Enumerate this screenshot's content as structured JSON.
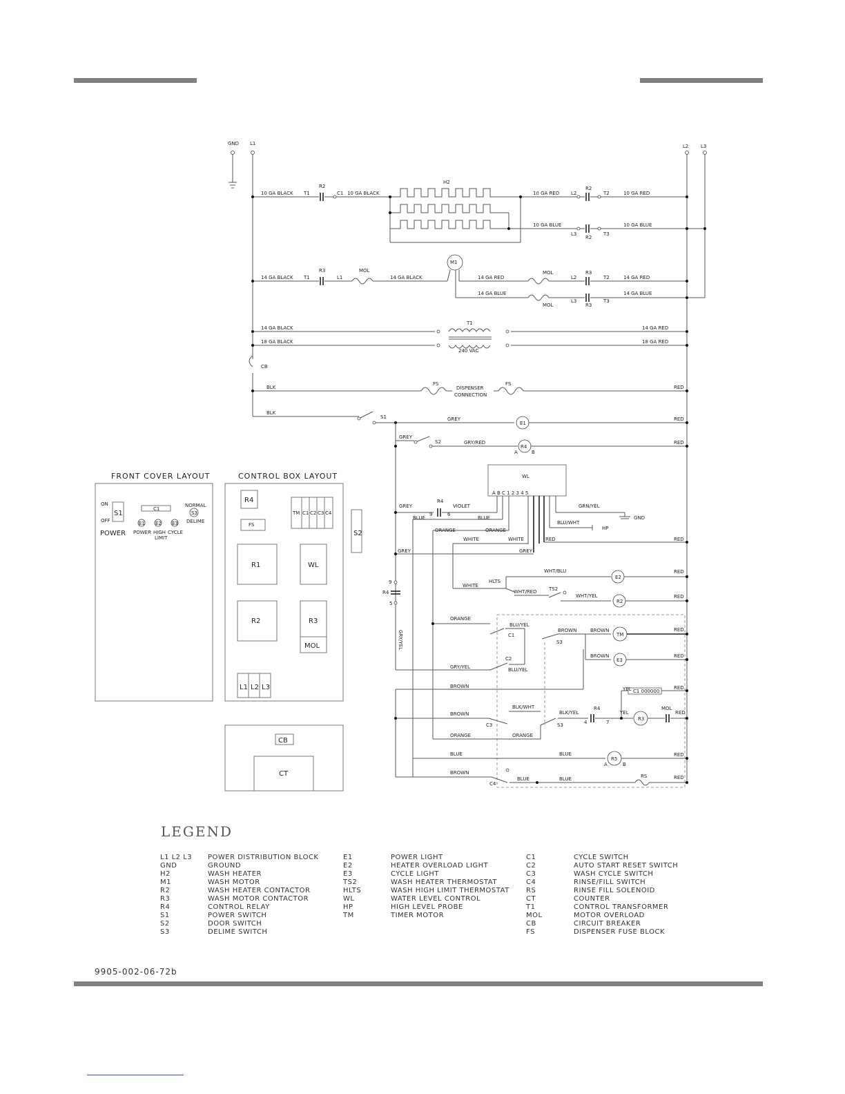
{
  "doc_number": "9905-002-06-72b",
  "legend": {
    "title": "LEGEND",
    "columns": [
      [
        {
          "code": "L1 L2 L3",
          "desc": "POWER DISTRIBUTION BLOCK"
        },
        {
          "code": "GND",
          "desc": "GROUND"
        },
        {
          "code": "H2",
          "desc": "WASH HEATER"
        },
        {
          "code": "M1",
          "desc": "WASH MOTOR"
        },
        {
          "code": "R2",
          "desc": "WASH HEATER CONTACTOR"
        },
        {
          "code": "R3",
          "desc": "WASH MOTOR CONTACTOR"
        },
        {
          "code": "R4",
          "desc": "CONTROL RELAY"
        },
        {
          "code": "S1",
          "desc": "POWER SWITCH"
        },
        {
          "code": "S2",
          "desc": "DOOR SWITCH"
        },
        {
          "code": "S3",
          "desc": "DELIME SWITCH"
        }
      ],
      [
        {
          "code": "E1",
          "desc": "POWER LIGHT"
        },
        {
          "code": "E2",
          "desc": "HEATER OVERLOAD LIGHT"
        },
        {
          "code": "E3",
          "desc": "CYCLE LIGHT"
        },
        {
          "code": "TS2",
          "desc": "WASH HEATER THERMOSTAT"
        },
        {
          "code": "HLTS",
          "desc": "WASH HIGH LIMIT THERMOSTAT"
        },
        {
          "code": "WL",
          "desc": "WATER LEVEL CONTROL"
        },
        {
          "code": "HP",
          "desc": "HIGH LEVEL PROBE"
        },
        {
          "code": "TM",
          "desc": "TIMER MOTOR"
        }
      ],
      [
        {
          "code": "C1",
          "desc": "CYCLE SWITCH"
        },
        {
          "code": "C2",
          "desc": "AUTO START RESET SWITCH"
        },
        {
          "code": "C3",
          "desc": "WASH CYCLE SWITCH"
        },
        {
          "code": "C4",
          "desc": "RINSE/FILL SWITCH"
        },
        {
          "code": "RS",
          "desc": "RINSE FILL SOLENOID"
        },
        {
          "code": "CT",
          "desc": "COUNTER"
        },
        {
          "code": "T1",
          "desc": "CONTROL TRANSFORMER"
        },
        {
          "code": "MOL",
          "desc": "MOTOR OVERLOAD"
        },
        {
          "code": "CB",
          "desc": "CIRCUIT BREAKER"
        },
        {
          "code": "FS",
          "desc": "DISPENSER FUSE BLOCK"
        }
      ]
    ]
  },
  "panels": {
    "front_cover": {
      "title": "FRONT COVER LAYOUT",
      "on": "ON",
      "off": "OFF",
      "s1": "S1",
      "power": "POWER",
      "c1": "C1",
      "normal": "NORMAL",
      "s3": "S3",
      "delime": "DELIME",
      "e1": "E1",
      "e2": "E2",
      "e3": "E3",
      "power_small": "POWER",
      "high": "HIGH",
      "limit": "LIMIT",
      "cycle": "CYCLE"
    },
    "control_box": {
      "title": "CONTROL BOX LAYOUT",
      "r4": "R4",
      "fs": "FS",
      "tm": "TM",
      "c1": "C1",
      "c2": "C2",
      "c3": "C3",
      "c4": "C4",
      "r1": "R1",
      "wl": "WL",
      "r2": "R2",
      "r3": "R3",
      "mol": "MOL",
      "l1": "L1",
      "l2": "L2",
      "l3": "L3",
      "s2": "S2"
    },
    "lower_box": {
      "cb": "CB",
      "ct": "CT"
    }
  },
  "schematic": {
    "gnd": "GND",
    "l1": "L1",
    "l2": "L2",
    "l3": "L3",
    "h2": "H2",
    "m1": "M1",
    "t1": "T1",
    "r2": "R2",
    "r3": "R3",
    "r4": "R4",
    "r5": "R5",
    "c1_sw": "C1",
    "l1_pin": "L1",
    "l2_pin": "L2",
    "l3_pin": "L3",
    "t2": "T2",
    "t3": "T3",
    "mol": "MOL",
    "cb": "CB",
    "fs": "FS",
    "s1": "S1",
    "s2": "S2",
    "s3": "S3",
    "e1": "E1",
    "e2": "E2",
    "e3": "E3",
    "tm": "TM",
    "hp": "HP",
    "gnd2": "GND",
    "hlts": "HLTS",
    "ts2": "TS2",
    "c2_sw": "C2",
    "c3_sw": "C3",
    "c4_sw": "C4",
    "rs": "RS",
    "wl": "WL",
    "wl_pins": "A B C   1 2 3 4 5",
    "pin_a": "A",
    "pin_b": "B",
    "pin_9": "9",
    "pin_6": "6",
    "pin_5": "5",
    "pin_4": "4",
    "pin_7": "7",
    "ga10_black": "10 GA BLACK",
    "ga10_red": "10 GA RED",
    "ga10_blue": "10 GA BLUE",
    "ga14_black": "14 GA BLACK",
    "ga14_red": "14 GA RED",
    "ga14_blue": "14 GA BLUE",
    "ga18_black": "18 GA BLACK",
    "ga18_red": "18 GA RED",
    "vac240": "240 VAC",
    "blk": "BLK",
    "red": "RED",
    "grey": "GREY",
    "gry_red": "GRY/RED",
    "violet": "VIOLET",
    "blue": "BLUE",
    "orange": "ORANGE",
    "white": "WHITE",
    "brown": "BROWN",
    "grn_yel": "GRN/YEL",
    "blu_wht": "BLU/WHT",
    "wht_blu": "WHT/BLU",
    "wht_red": "WHT/RED",
    "wht_yel": "WHT/YEL",
    "blu_yel": "BLU/YEL",
    "gry_yel": "GRY/YEL",
    "blk_wht": "BLK/WHT",
    "blk_yel": "BLK/YEL",
    "yel": "YEL",
    "ct_counter": "C1 000000",
    "dispenser1": "DISPENSER",
    "dispenser2": "CONNECTION"
  }
}
